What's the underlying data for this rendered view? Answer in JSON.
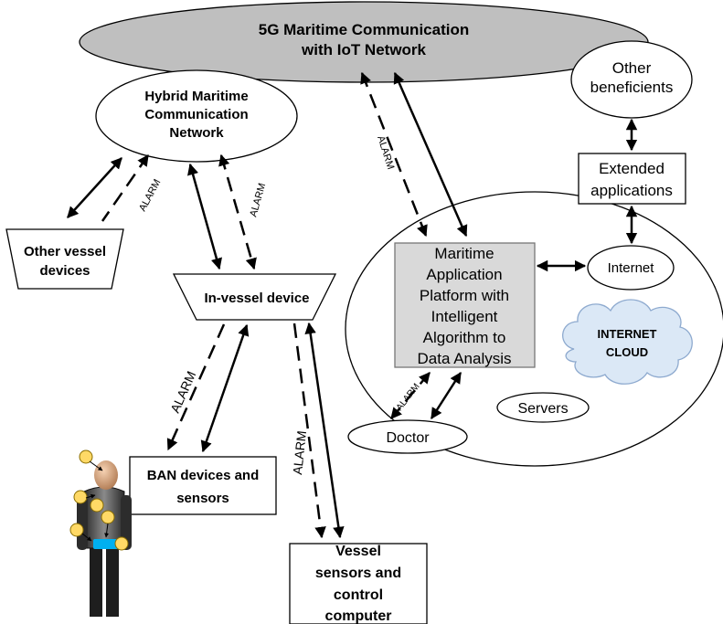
{
  "title": {
    "line1": "5G Maritime Communication",
    "line2": "with IoT Network"
  },
  "hybrid_network": {
    "line1": "Hybrid Maritime",
    "line2": "Communication",
    "line3": "Network"
  },
  "other_beneficients": {
    "line1": "Other",
    "line2": "beneficients"
  },
  "extended_applications": {
    "line1": "Extended",
    "line2": "applications"
  },
  "other_vessel_devices": {
    "line1": "Other vessel",
    "line2": "devices"
  },
  "in_vessel_device": "In-vessel device",
  "platform": {
    "line1": "Maritime",
    "line2": "Application",
    "line3": "Platform with",
    "line4": "Intelligent",
    "line5": "Algorithm to",
    "line6": "Data Analysis"
  },
  "internet": "Internet",
  "internet_cloud": {
    "line1": "INTERNET",
    "line2": "CLOUD"
  },
  "servers": "Servers",
  "doctor": "Doctor",
  "ban_devices": {
    "line1": "BAN devices and",
    "line2": "sensors"
  },
  "vessel_sensors": {
    "line1": "Vessel",
    "line2": "sensors and",
    "line3": "control",
    "line4": "computer"
  },
  "alarm_label": "ALARM",
  "colors": {
    "title_fill": "#bfbfbf",
    "platform_fill": "#d9d9d9",
    "cloud_fill": "#dbe8f6",
    "cloud_stroke": "#8eaacf",
    "sensor_fill": "#ffd966",
    "band_fill": "#00b0f0"
  }
}
